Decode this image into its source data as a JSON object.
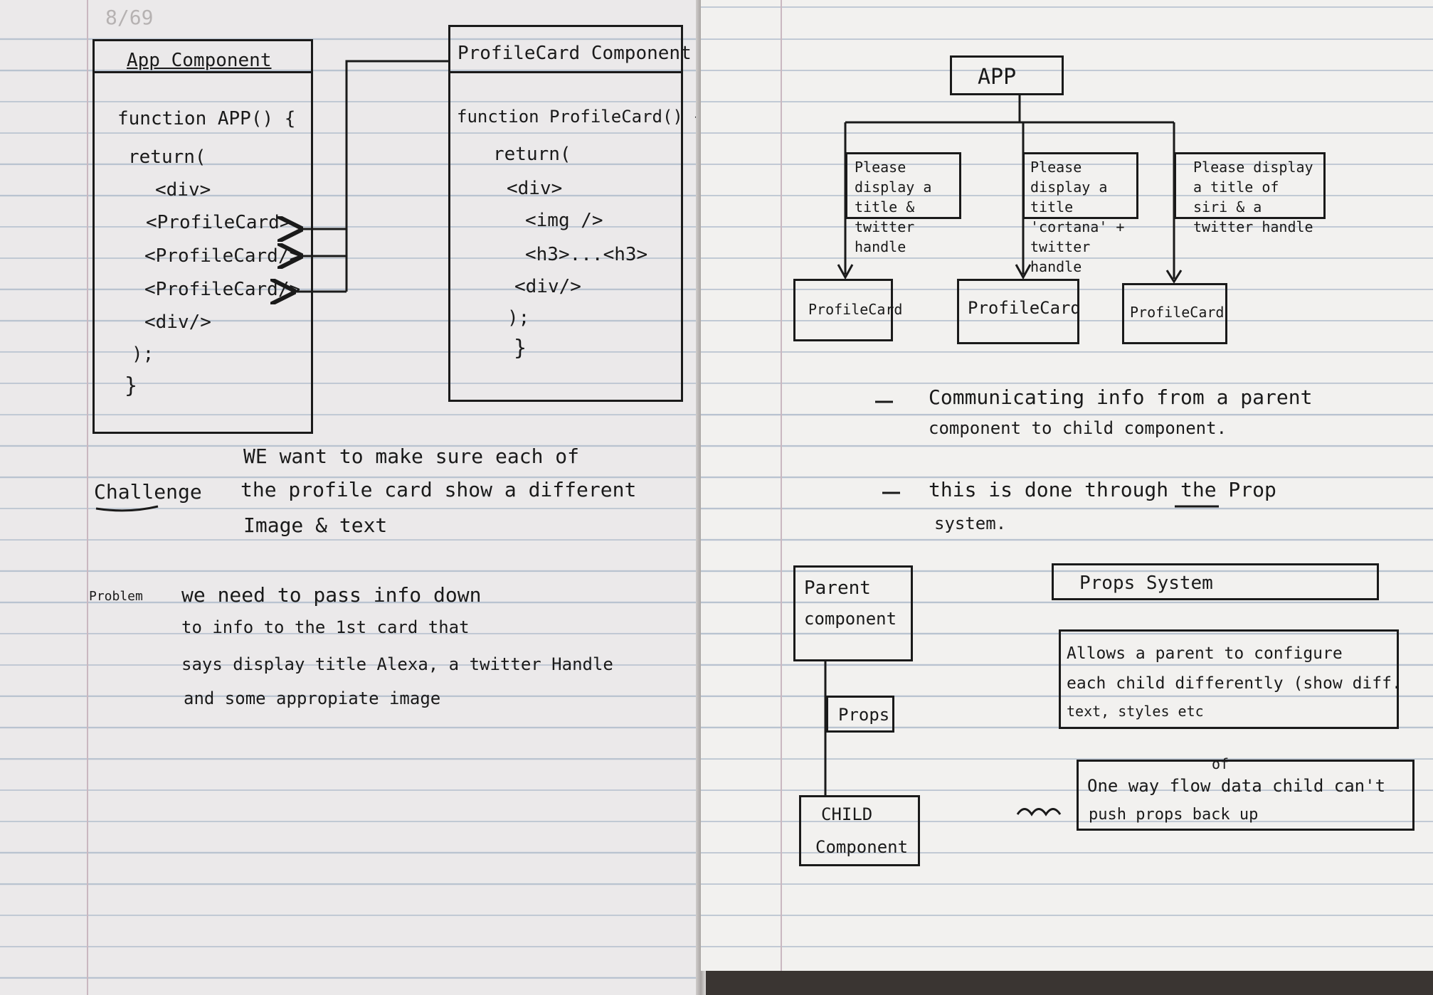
{
  "left": {
    "corner_note": "8/69",
    "app_box": {
      "title": "App Component",
      "code": [
        "function APP() {",
        "return(",
        "<div>",
        "<ProfileCard>",
        "<ProfileCard/>",
        "<ProfileCard/>",
        "<div/>",
        ");",
        "}"
      ]
    },
    "profile_box": {
      "title": "ProfileCard Component",
      "code": [
        "function ProfileCard() {",
        "return(",
        "<div>",
        "<img />",
        "<h3>...<h3>",
        "<div/>",
        ");",
        "}"
      ]
    },
    "challenge_label": "Challenge",
    "challenge_text": [
      "WE want to make sure each of",
      "the profile card show a different",
      "Image & text"
    ],
    "problem_label": "Problem",
    "problem_text": [
      "we need to pass info down",
      "to info to the 1st card that",
      "says display title Alexa, a twitter Handle",
      "and some appropiate image"
    ]
  },
  "right": {
    "app_node": "APP",
    "instructions": [
      "Please display a title & twitter handle",
      "Please display a title 'cortana' + twitter handle",
      "Please display a title of siri & a twitter handle"
    ],
    "cards": [
      "ProfileCard",
      "ProfileCard",
      "ProfileCard"
    ],
    "bullets": [
      [
        "Communicating info from a parent",
        "component to child component."
      ],
      [
        "this is done through the Prop",
        "system."
      ]
    ],
    "parent_box": [
      "Parent",
      "component"
    ],
    "props_label": "Props",
    "child_box": [
      "CHILD",
      "Component"
    ],
    "props_system_title": "Props System",
    "props_desc": [
      "Allows a parent to configure",
      "each child differently (show diff.",
      "text, styles etc"
    ],
    "oneway_insert": "of",
    "oneway_text": [
      "One way flow data child can't",
      "push props back up"
    ]
  }
}
